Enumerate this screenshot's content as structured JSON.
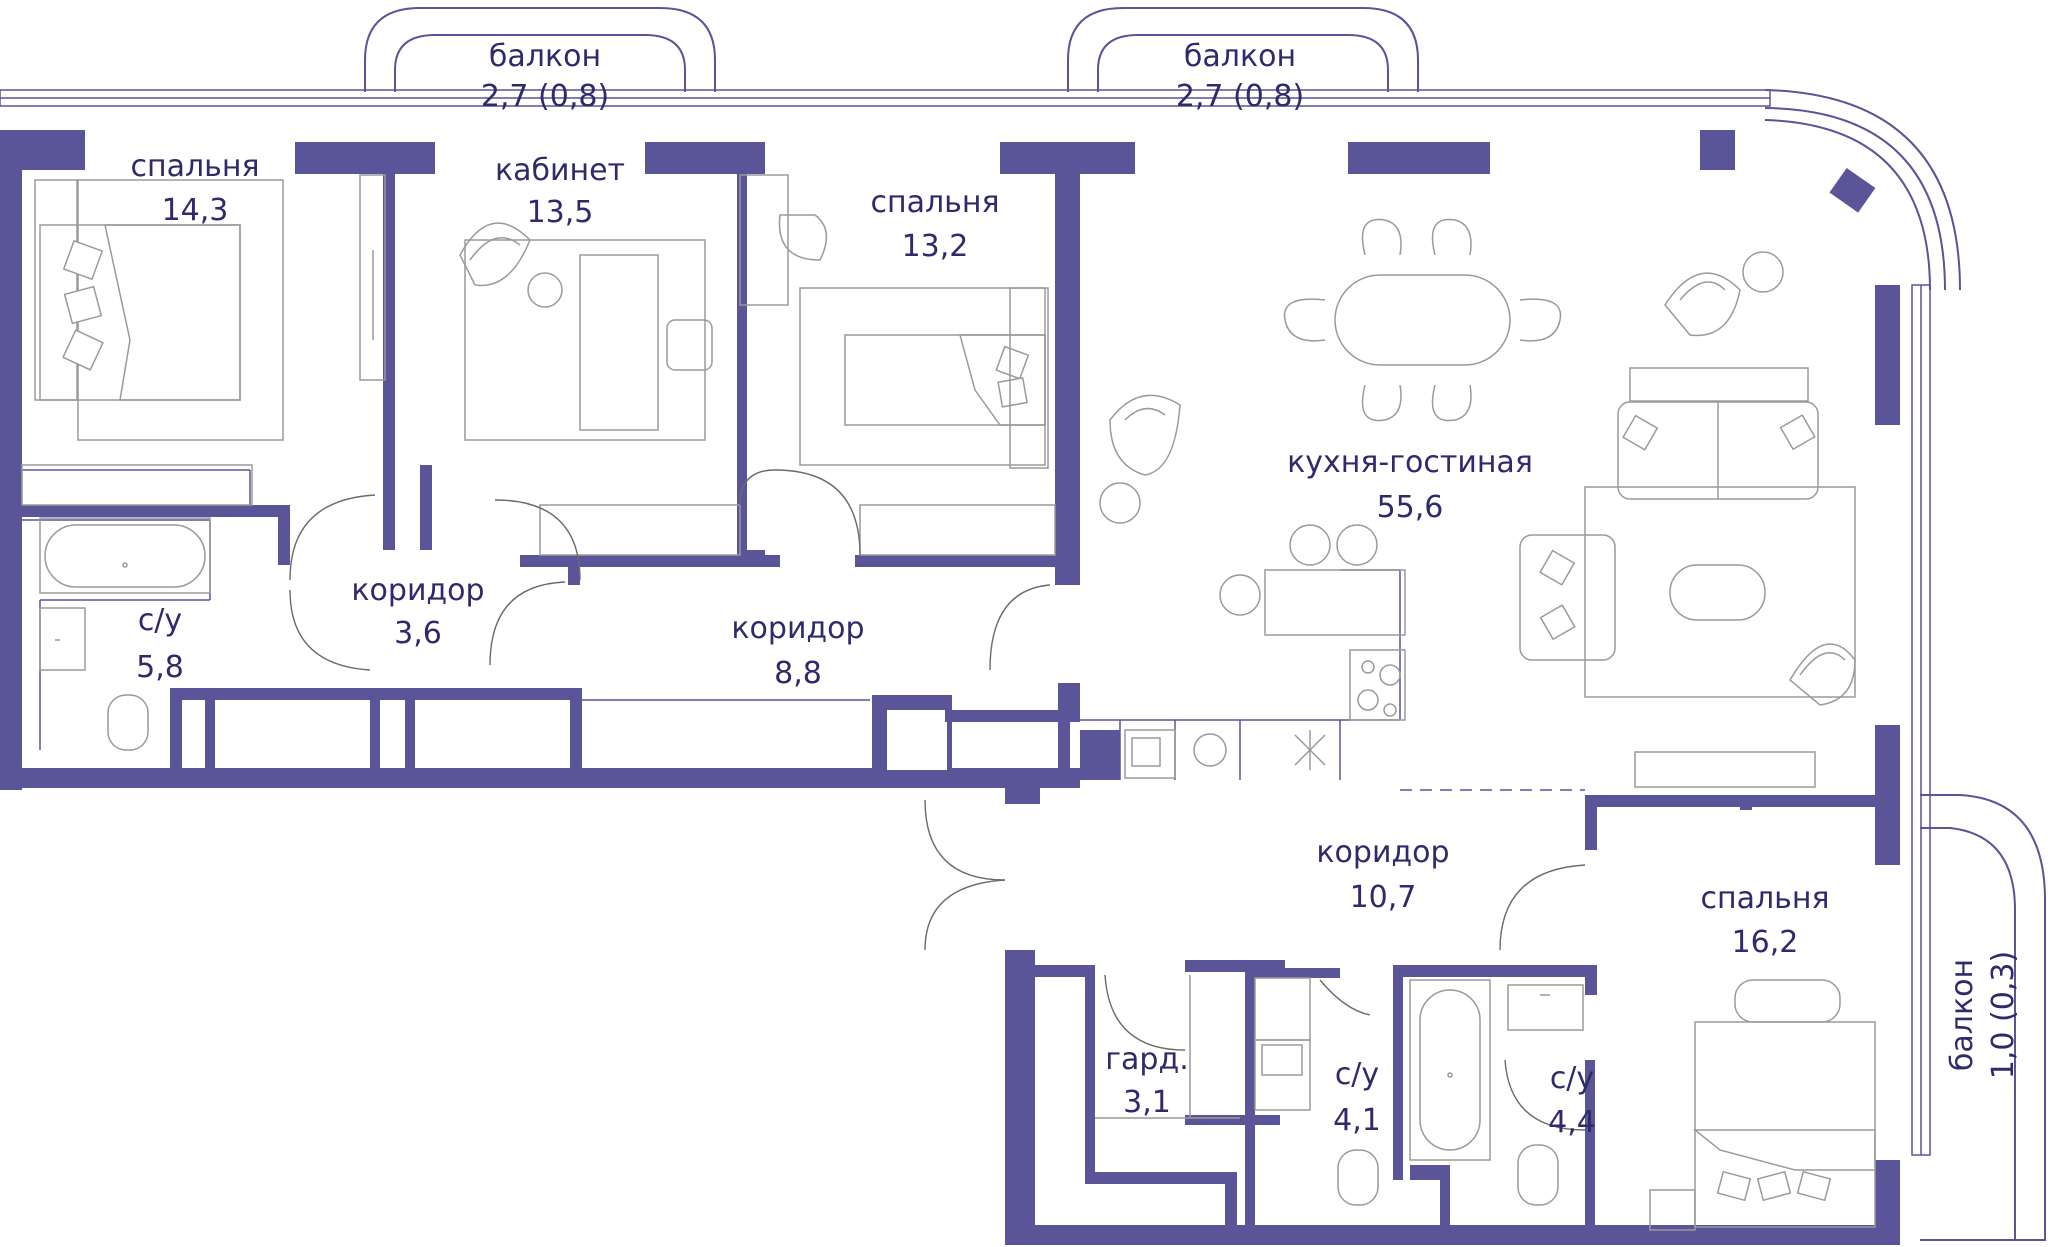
{
  "colors": {
    "wall": "#5a5499",
    "text": "#2e2a6b",
    "furniture": "#9a9a9a",
    "background": "#ffffff"
  },
  "rooms": {
    "balcony_1": {
      "name": "балкон",
      "area": "2,7 (0,8)"
    },
    "balcony_2": {
      "name": "балкон",
      "area": "2,7 (0,8)"
    },
    "bedroom_1": {
      "name": "спальня",
      "area": "14,3"
    },
    "study": {
      "name": "кабинет",
      "area": "13,5"
    },
    "bedroom_2": {
      "name": "спальня",
      "area": "13,2"
    },
    "kitchen_living": {
      "name": "кухня-гостиная",
      "area": "55,6"
    },
    "bathroom_1": {
      "name": "с/у",
      "area": "5,8"
    },
    "corridor_1": {
      "name": "коридор",
      "area": "3,6"
    },
    "corridor_2": {
      "name": "коридор",
      "area": "8,8"
    },
    "corridor_3": {
      "name": "коридор",
      "area": "10,7"
    },
    "bedroom_3": {
      "name": "спальня",
      "area": "16,2"
    },
    "wardrobe": {
      "name": "гард.",
      "area": "3,1"
    },
    "bathroom_2": {
      "name": "с/у",
      "area": "4,1"
    },
    "bathroom_3": {
      "name": "с/у",
      "area": "4,4"
    },
    "balcony_3": {
      "name": "балкон",
      "area": "1,0 (0,3)"
    }
  }
}
